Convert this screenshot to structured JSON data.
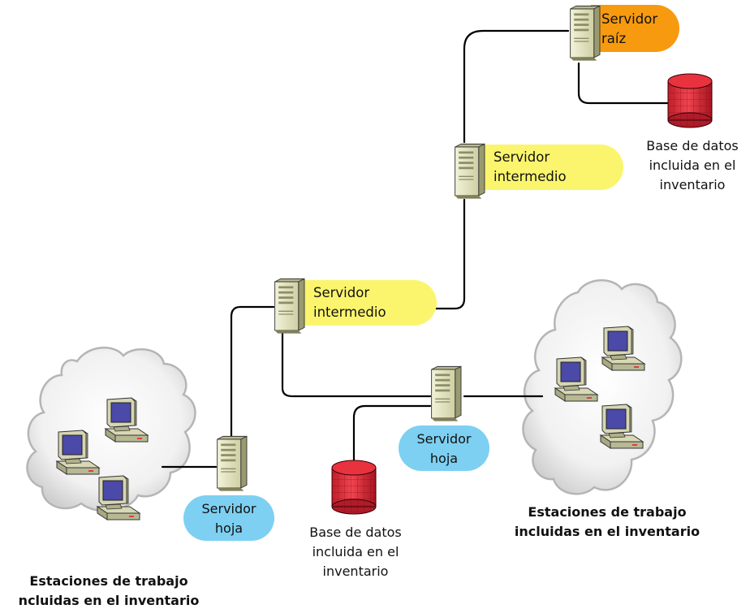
{
  "servers": {
    "root": {
      "line1": "Servidor",
      "line2": "raíz"
    },
    "intermediate_top": {
      "line1": "Servidor",
      "line2": "intermedio"
    },
    "intermediate_mid": {
      "line1": "Servidor",
      "line2": "intermedio"
    },
    "leaf_center": {
      "line1": "Servidor",
      "line2": "hoja"
    },
    "leaf_left": {
      "line1": "Servidor",
      "line2": "hoja"
    }
  },
  "databases": {
    "top_right": {
      "line1": "Base de datos",
      "line2": "incluida en el",
      "line3": "inventario"
    },
    "center": {
      "line1": "Base de datos",
      "line2": "incluida en el",
      "line3": "inventario"
    }
  },
  "clouds": {
    "left": {
      "line1": "Estaciones de trabajo",
      "line2": "ncluidas en el inventario"
    },
    "right": {
      "line1": "Estaciones de trabajo",
      "line2": "incluidas en el inventario"
    }
  },
  "colors": {
    "root_label": "#F79A0F",
    "intermediate_label": "#FBF56E",
    "leaf_label": "#7DD0F2",
    "database": "#E8323E",
    "server_body": "#DCDCB6",
    "cloud": "#E8E8E8"
  }
}
